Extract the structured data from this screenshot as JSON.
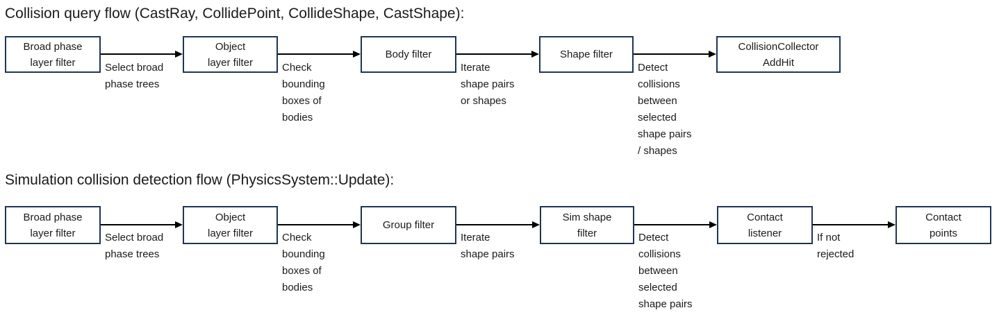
{
  "colors": {
    "box_border": "#1f3552",
    "box_fill": "#ffffff",
    "text": "#1a1a1a",
    "arrow": "#000000",
    "background": "#ffffff"
  },
  "flows": [
    {
      "title": "Collision query flow (CastRay, CollidePoint, CollideShape, CastShape):",
      "nodes": [
        "Broad phase\nlayer filter",
        "Object\nlayer filter",
        "Body filter",
        "Shape filter",
        "CollisionCollector\nAddHit"
      ],
      "edge_labels": [
        "Select broad\nphase trees",
        "Check\nbounding\nboxes of\nbodies",
        "Iterate\nshape pairs\nor shapes",
        "Detect\ncollisions\nbetween\nselected\nshape pairs\n/ shapes"
      ]
    },
    {
      "title": "Simulation collision detection flow (PhysicsSystem::Update):",
      "nodes": [
        "Broad phase\nlayer filter",
        "Object\nlayer filter",
        "Group filter",
        "Sim shape\nfilter",
        "Contact\nlistener",
        "Contact\npoints"
      ],
      "edge_labels": [
        "Select broad\nphase trees",
        "Check\nbounding\nboxes of\nbodies",
        "Iterate\nshape pairs",
        "Detect\ncollisions\nbetween\nselected\nshape pairs",
        "If not\nrejected"
      ]
    }
  ]
}
